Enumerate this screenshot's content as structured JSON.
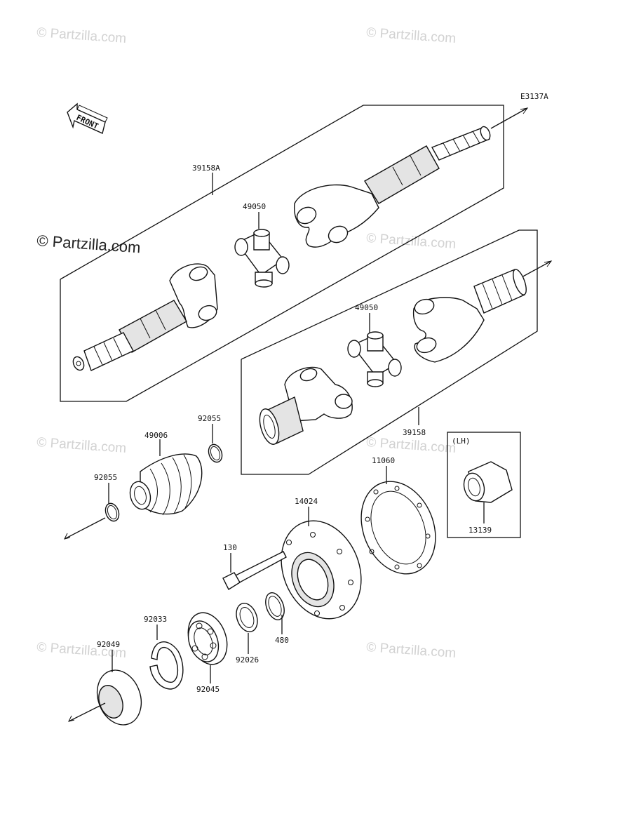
{
  "diagram": {
    "code": "E3137A",
    "direction_label": "FRONT",
    "watermark": "© Partzilla.com",
    "parts": [
      {
        "key": "shaft_a",
        "number": "39158A"
      },
      {
        "key": "joint_upper",
        "number": "49050"
      },
      {
        "key": "joint_lower",
        "number": "49050"
      },
      {
        "key": "shaft_b",
        "number": "39158"
      },
      {
        "key": "boot",
        "number": "49006"
      },
      {
        "key": "ring_upper",
        "number": "92055"
      },
      {
        "key": "ring_lower",
        "number": "92055"
      },
      {
        "key": "gasket",
        "number": "11060"
      },
      {
        "key": "housing",
        "number": "14024"
      },
      {
        "key": "bolt",
        "number": "130"
      },
      {
        "key": "circlip",
        "number": "480"
      },
      {
        "key": "shim",
        "number": "92026"
      },
      {
        "key": "snap_ring",
        "number": "92033"
      },
      {
        "key": "bearing",
        "number": "92045"
      },
      {
        "key": "seal",
        "number": "92049"
      },
      {
        "key": "coupling",
        "number": "13139"
      }
    ],
    "inset_label": "(LH)"
  }
}
